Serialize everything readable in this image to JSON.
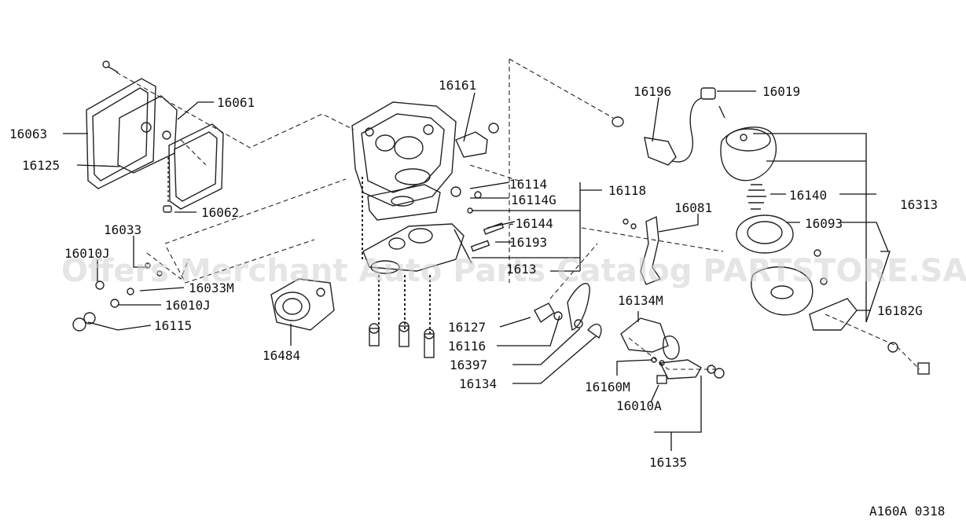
{
  "watermark": "Offers Merchant Auto Parts Catalog PARTSTORE.SA",
  "figure_code": "A160A 0318",
  "callouts": {
    "p16161": "16161",
    "p16196": "16196",
    "p16019": "16019",
    "p16061": "16061",
    "p16063": "16063",
    "p16125": "16125",
    "p16062": "16062",
    "p16114": "16114",
    "p16114G": "16114G",
    "p16118": "16118",
    "p16144": "-16144",
    "p16193": "16193",
    "p1613x": "1613",
    "p16140": "16140",
    "p16313": "16313",
    "p16081": "16081",
    "p16093": "16093",
    "p16033": "16033",
    "p16010J_a": "16010J",
    "p16033M": "16033M",
    "p16010J_b": "16010J",
    "p16115": "16115",
    "p16484": "16484",
    "p16134M": "16134M",
    "p16182G": "16182G",
    "p16127": "16127",
    "p16116": "16116",
    "p16397": "16397",
    "p16134": "16134",
    "p16160M": "16160M",
    "p16010A": "16010A",
    "p16135": "16135"
  }
}
